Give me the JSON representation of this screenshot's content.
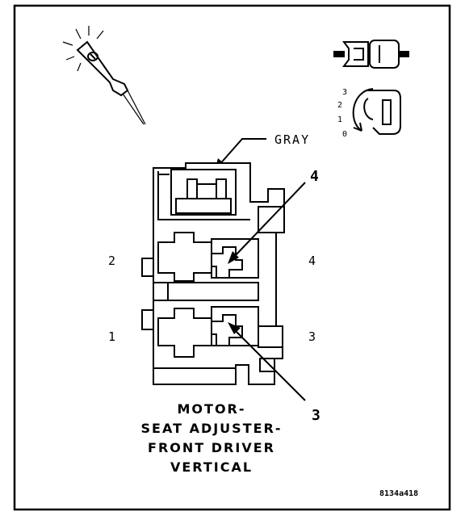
{
  "connector_color_label": "GRAY",
  "pin_labels": {
    "left_top": "2",
    "left_bottom": "1",
    "right_top": "4",
    "right_bottom": "3"
  },
  "callouts": {
    "upper": "4",
    "lower": "3"
  },
  "lock_positions": [
    "3",
    "2",
    "1",
    "0"
  ],
  "title_lines": [
    "MOTOR-",
    "SEAT ADJUSTER-",
    "FRONT DRIVER",
    "VERTICAL"
  ],
  "figure_code": "8134a418",
  "icons": [
    "probe-tool-icon",
    "connector-plug-icon",
    "lock-rotation-icon"
  ]
}
